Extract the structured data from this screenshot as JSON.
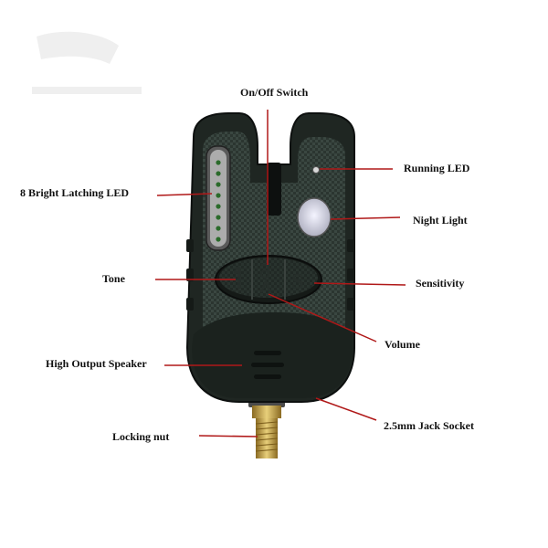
{
  "diagram": {
    "callouts": {
      "on_off_switch": "On/Off Switch",
      "running_led": "Running LED",
      "latching_led": "8 Bright Latching LED",
      "night_light": "Night Light",
      "tone": "Tone",
      "sensitivity": "Sensitivity",
      "volume": "Volume",
      "speaker": "High Output Speaker",
      "jack_socket": "2.5mm Jack Socket",
      "locking_nut": "Locking nut"
    },
    "colors": {
      "leader_line": "#b01818",
      "body": "#1f2622",
      "carbon_panel": "#2b3530",
      "metal": "#c9a64a",
      "led_lens": "#c8c8c8",
      "night_light": "#dcdcea"
    }
  }
}
